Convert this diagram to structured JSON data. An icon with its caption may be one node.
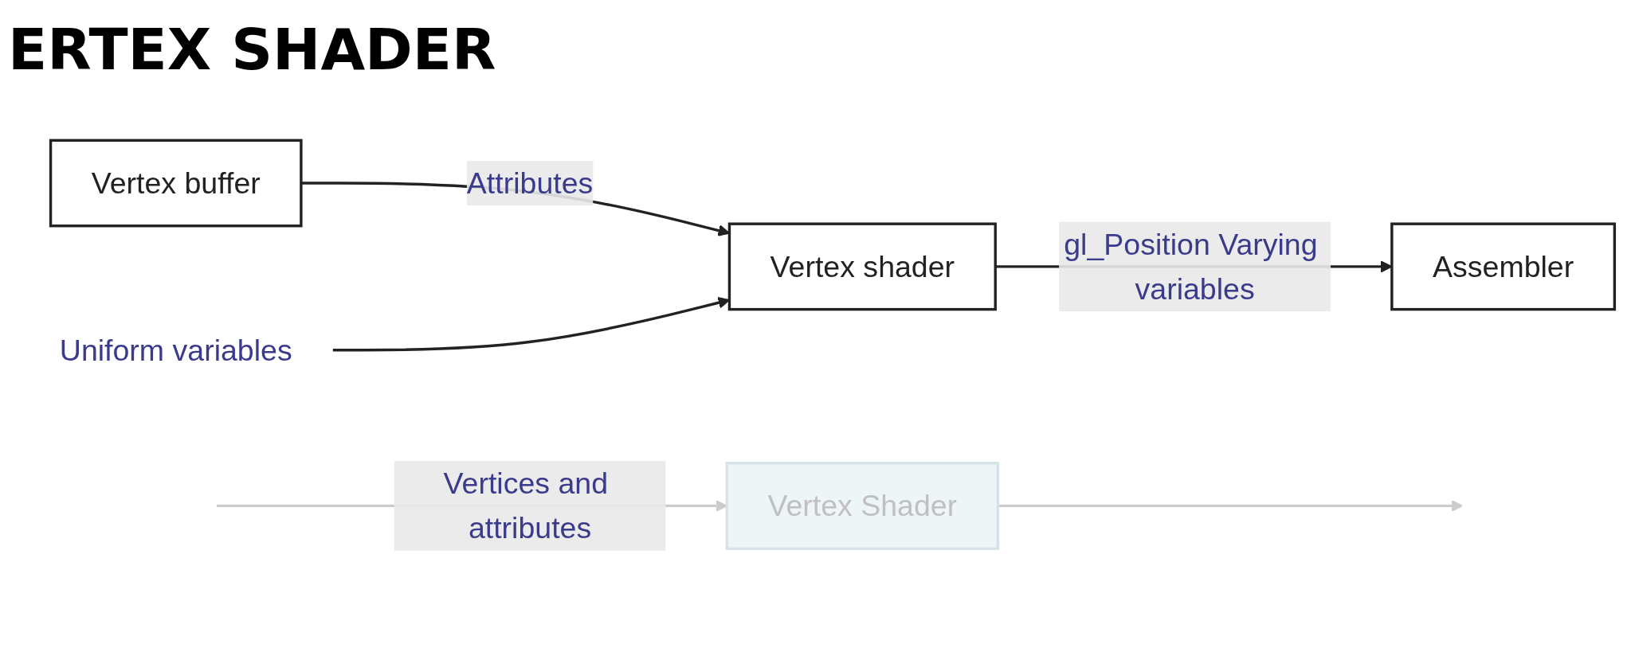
{
  "diagram": {
    "title": "ERTEX SHADER",
    "nodes": [
      {
        "text": [
          "Vertex buffer"
        ]
      },
      {
        "text": [
          "Uniform variables"
        ]
      },
      {
        "text": [
          "Vertex shader"
        ]
      },
      {
        "text": [
          "Assembler"
        ]
      },
      {
        "text": [
          "Vertex Shader"
        ]
      }
    ],
    "edges": [
      {
        "from": 0,
        "to": 2,
        "arrow": "to",
        "label": "Attributes"
      },
      {
        "from": 1,
        "to": 2,
        "arrow": "to"
      },
      {
        "from": 2,
        "to": 3,
        "arrow": "to",
        "label": "gl_Position Varying variables"
      },
      {
        "from": null,
        "to": 4,
        "arrow": "to",
        "label": "Vertices and attributes",
        "color": "#cccccc"
      },
      {
        "from": 4,
        "to": null,
        "arrow": "to",
        "color": "#cccccc"
      }
    ]
  }
}
